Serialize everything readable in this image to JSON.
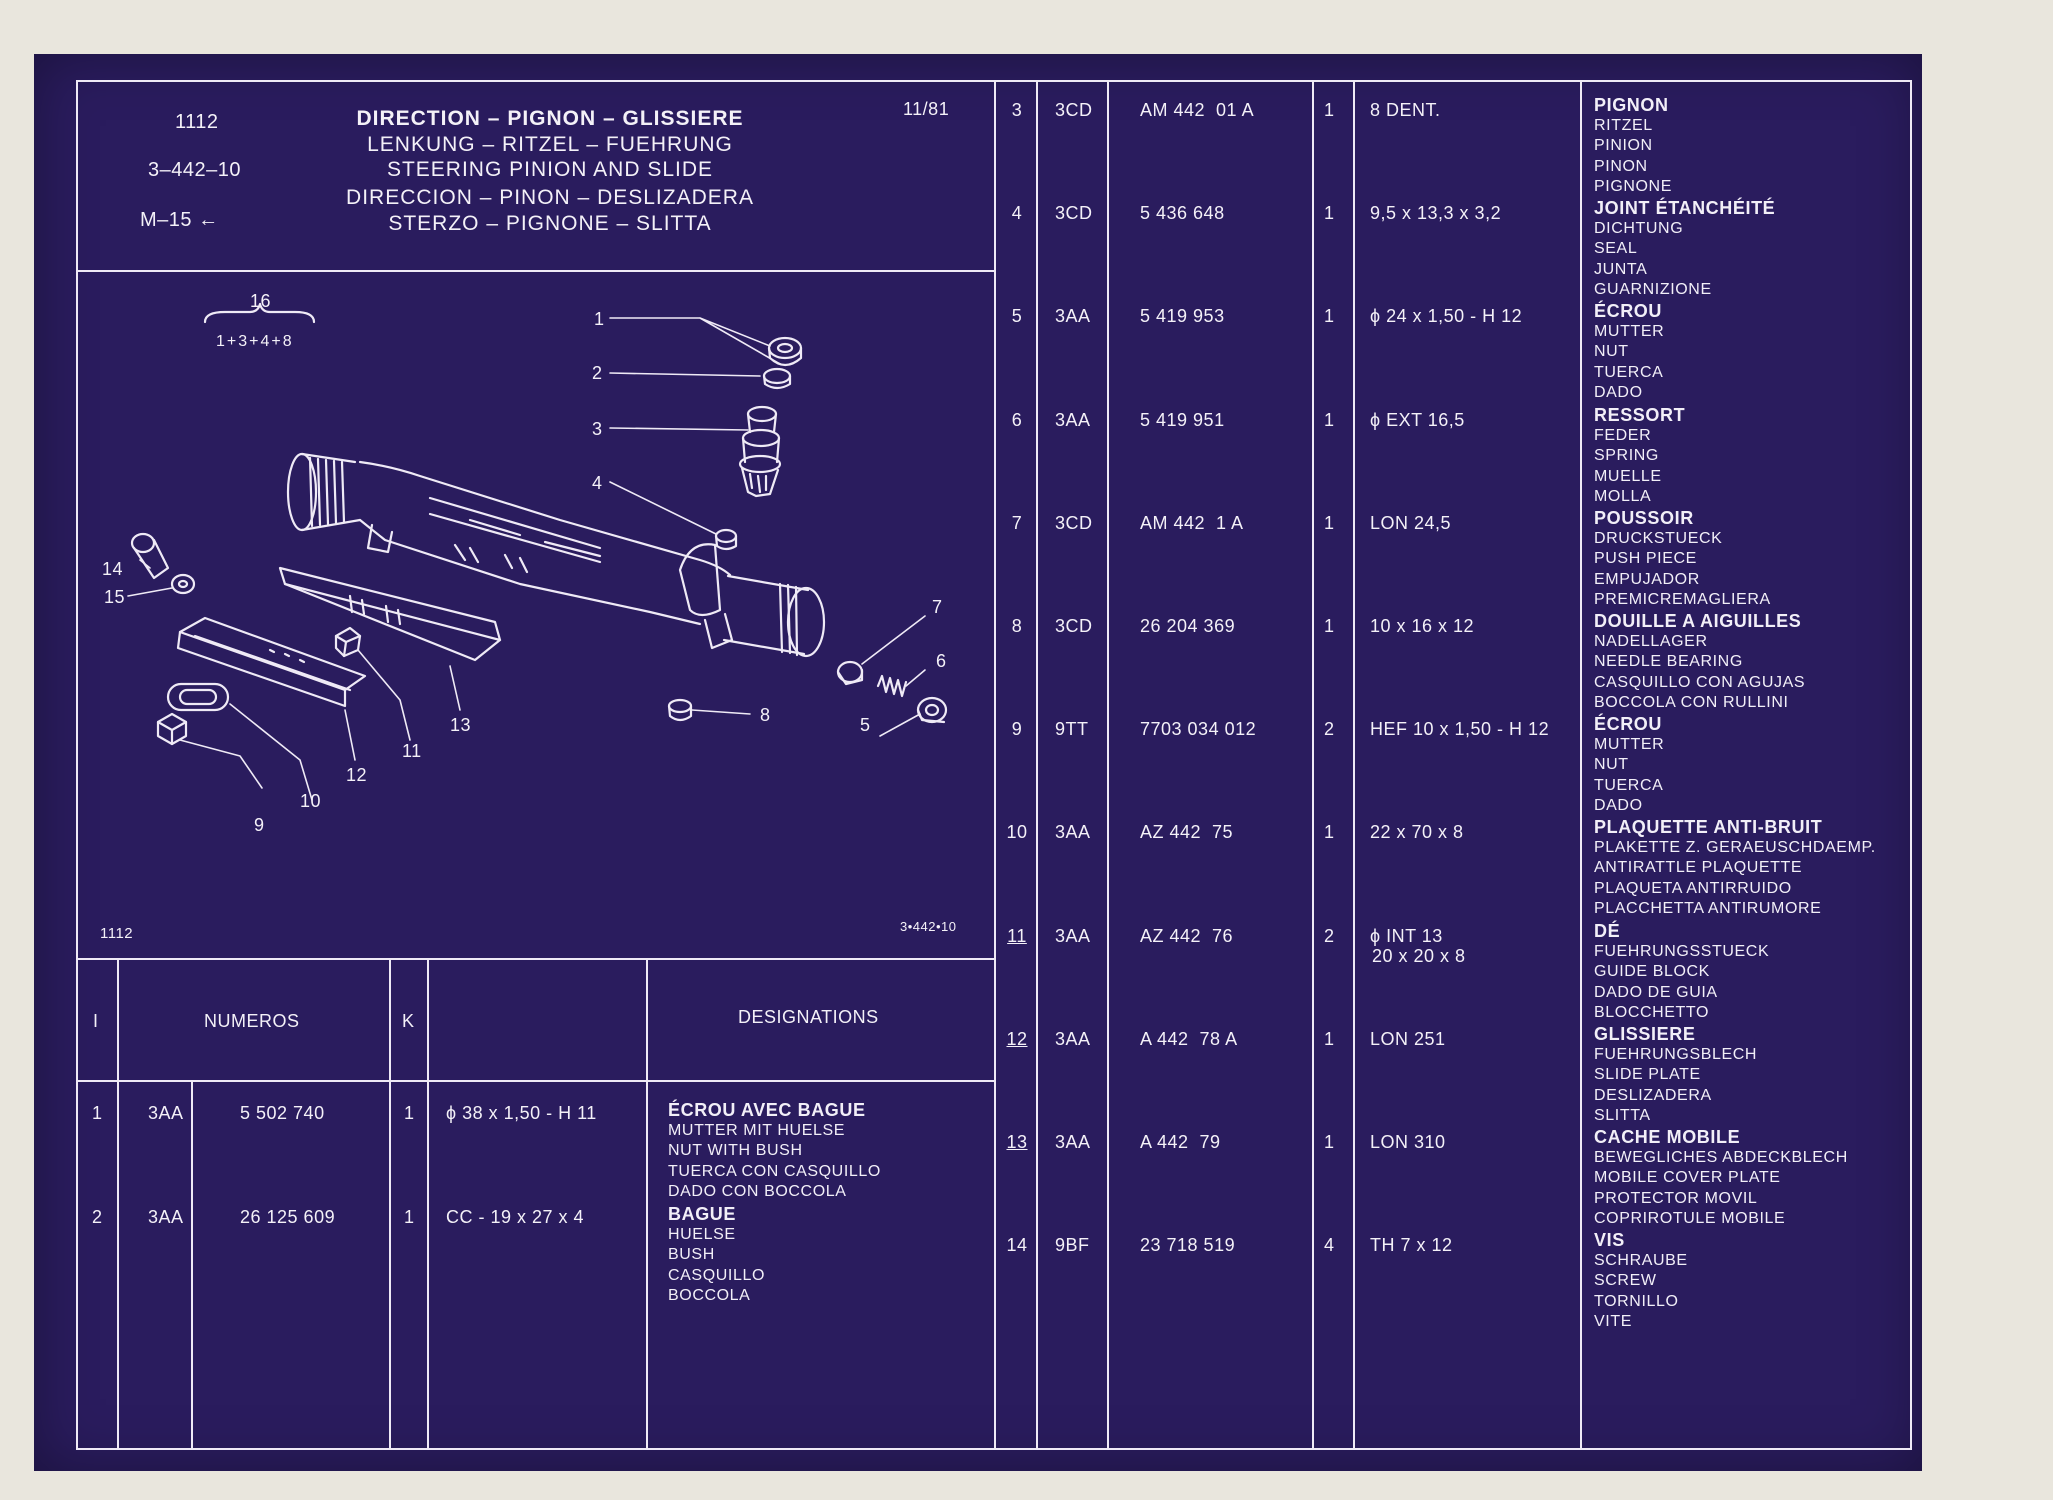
{
  "header": {
    "code": "1112",
    "ref": "3–442–10",
    "model": "M–15 ←",
    "date": "11/81",
    "titles": [
      "DIRECTION – PIGNON – GLISSIERE",
      "LENKUNG – RITZEL – FUEHRUNG",
      "STEERING PINION AND SLIDE",
      "DIRECCION – PINON – DESLIZADERA",
      "STERZO – PIGNONE – SLITTA"
    ]
  },
  "diagram": {
    "group_label": "16",
    "group_formula": "1+3+4+8",
    "footer_left": "1112",
    "footer_right": "3•442•10",
    "callouts": [
      "1",
      "2",
      "3",
      "4",
      "5",
      "6",
      "7",
      "8",
      "9",
      "10",
      "11",
      "12",
      "13",
      "14",
      "15"
    ]
  },
  "table_headers": {
    "i": "I",
    "numeros": "NUMEROS",
    "k": "K",
    "designations": "DESIGNATIONS"
  },
  "parts_left": [
    {
      "n": "1",
      "code": "3AA",
      "num": "5 502 740",
      "k": "1",
      "dim": "ϕ 38 x 1,50 - H 11",
      "desc": [
        "ÉCROU AVEC BAGUE",
        "MUTTER MIT HUELSE",
        "NUT WITH BUSH",
        "TUERCA CON CASQUILLO",
        "DADO CON BOCCOLA"
      ]
    },
    {
      "n": "2",
      "code": "3AA",
      "num": "26 125 609",
      "k": "1",
      "dim": "CC - 19 x 27 x 4",
      "desc": [
        "BAGUE",
        "HUELSE",
        "BUSH",
        "CASQUILLO",
        "BOCCOLA"
      ]
    }
  ],
  "parts_right": [
    {
      "n": "3",
      "code": "3CD",
      "num": "AM 442  01 A",
      "k": "1",
      "dim": "8 DENT.",
      "desc": [
        "PIGNON",
        "RITZEL",
        "PINION",
        "PINON",
        "PIGNONE"
      ]
    },
    {
      "n": "4",
      "code": "3CD",
      "num": "5 436 648",
      "k": "1",
      "dim": "9,5 x 13,3 x 3,2",
      "desc": [
        "JOINT ÉTANCHÉITÉ",
        "DICHTUNG",
        "SEAL",
        "JUNTA",
        "GUARNIZIONE"
      ]
    },
    {
      "n": "5",
      "code": "3AA",
      "num": "5 419 953",
      "k": "1",
      "dim": "ϕ 24 x 1,50 - H 12",
      "desc": [
        "ÉCROU",
        "MUTTER",
        "NUT",
        "TUERCA",
        "DADO"
      ]
    },
    {
      "n": "6",
      "code": "3AA",
      "num": "5 419 951",
      "k": "1",
      "dim": "ϕ EXT 16,5",
      "desc": [
        "RESSORT",
        "FEDER",
        "SPRING",
        "MUELLE",
        "MOLLA"
      ]
    },
    {
      "n": "7",
      "code": "3CD",
      "num": "AM 442  1 A",
      "k": "1",
      "dim": "LON 24,5",
      "desc": [
        "POUSSOIR",
        "DRUCKSTUECK",
        "PUSH PIECE",
        "EMPUJADOR",
        "PREMICREMAGLIERA"
      ]
    },
    {
      "n": "8",
      "code": "3CD",
      "num": "26 204 369",
      "k": "1",
      "dim": "10 x 16 x 12",
      "desc": [
        "DOUILLE A AIGUILLES",
        "NADELLAGER",
        "NEEDLE BEARING",
        "CASQUILLO CON AGUJAS",
        "BOCCOLA CON RULLINI"
      ]
    },
    {
      "n": "9",
      "code": "9TT",
      "num": "7703 034 012",
      "k": "2",
      "dim": "HEF 10 x 1,50 - H 12",
      "desc": [
        "ÉCROU",
        "MUTTER",
        "NUT",
        "TUERCA",
        "DADO"
      ]
    },
    {
      "n": "10",
      "code": "3AA",
      "num": "AZ 442  75",
      "k": "1",
      "dim": "22 x 70 x 8",
      "desc": [
        "PLAQUETTE ANTI-BRUIT",
        "PLAKETTE Z. GERAEUSCHDAEMP.",
        "ANTIRATTLE PLAQUETTE",
        "PLAQUETA ANTIRRUIDO",
        "PLACCHETTA ANTIRUMORE"
      ]
    },
    {
      "n": "11",
      "code": "3AA",
      "num": "AZ 442  76",
      "k": "2",
      "dim": "ϕ INT 13",
      "dim2": "20 x 20 x 8",
      "desc": [
        "DÉ",
        "FUEHRUNGSSTUECK",
        "GUIDE BLOCK",
        "DADO DE GUIA",
        "BLOCCHETTO"
      ]
    },
    {
      "n": "12",
      "code": "3AA",
      "num": "A 442  78 A",
      "k": "1",
      "dim": "LON 251",
      "desc": [
        "GLISSIERE",
        "FUEHRUNGSBLECH",
        "SLIDE PLATE",
        "DESLIZADERA",
        "SLITTA"
      ]
    },
    {
      "n": "13",
      "code": "3AA",
      "num": "A 442  79",
      "k": "1",
      "dim": "LON 310",
      "desc": [
        "CACHE MOBILE",
        "BEWEGLICHES ABDECKBLECH",
        "MOBILE COVER PLATE",
        "PROTECTOR MOVIL",
        "COPRIROTULE MOBILE"
      ]
    },
    {
      "n": "14",
      "code": "9BF",
      "num": "23 718 519",
      "k": "4",
      "dim": "TH 7 x 12",
      "desc": [
        "VIS",
        "SCHRAUBE",
        "SCREW",
        "TORNILLO",
        "VITE"
      ]
    }
  ]
}
